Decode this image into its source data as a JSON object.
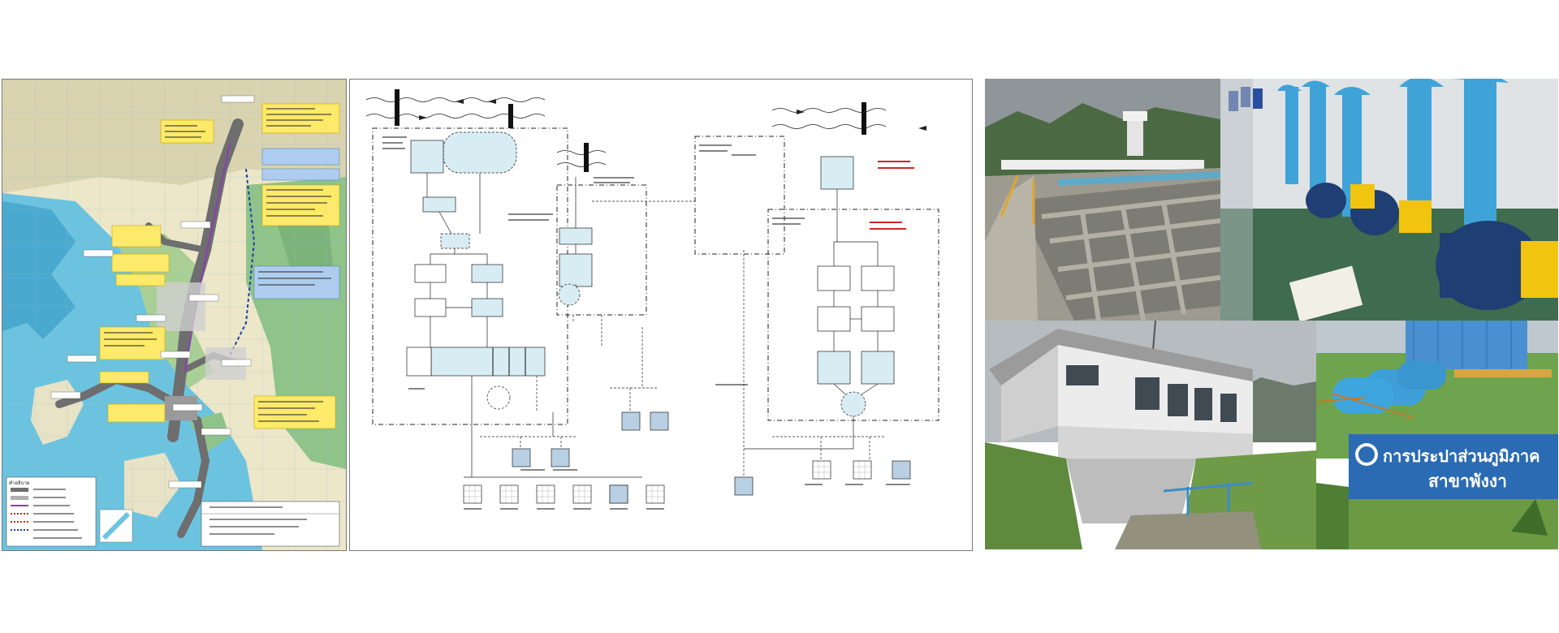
{
  "map": {
    "legend_title": "คำอธิบาย",
    "colors": {
      "sea": "#6cc3df",
      "land": "#e8e3c6",
      "forest": "#8fc38a",
      "pipe_main": "#6e6e6e",
      "callout_yellow": "#fde96a",
      "callout_blue": "#aecdee"
    }
  },
  "diagram": {
    "colors": {
      "box_fill": "#d8ecf3",
      "line": "#222222",
      "accent_red": "#d0251f"
    }
  },
  "sign": {
    "line1": "การประปาส่วนภูมิภาค",
    "line2": "สาขาพังงา",
    "color": "#2a6bb4"
  },
  "photos": {
    "treatment": "treatment-basins-photo",
    "pumps": "pump-station-photo",
    "intake": "intake-building-photo",
    "tanks": "pressure-tanks-photo"
  }
}
